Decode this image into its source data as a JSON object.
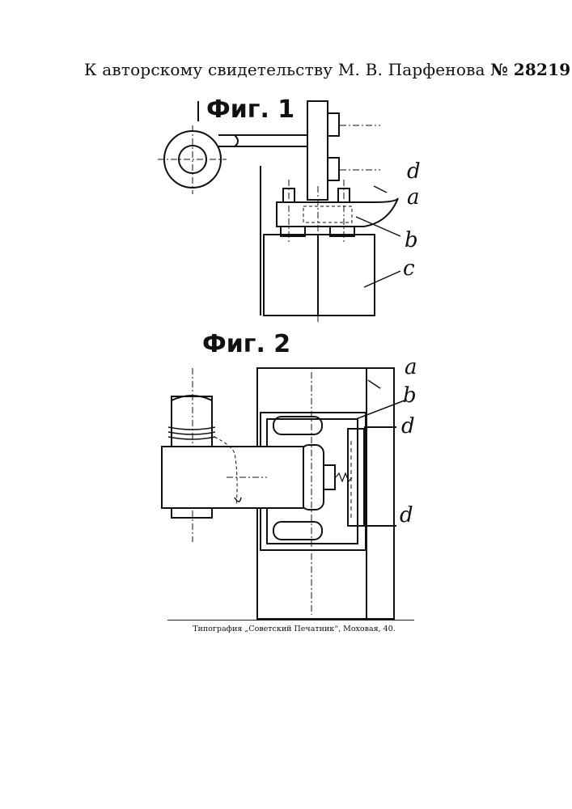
{
  "header": {
    "text": "К авторскому свидетельству М. В. Парфенова",
    "number_sign": "№",
    "patent_number": "28219"
  },
  "figures": [
    {
      "title": "Фиг. 1",
      "labels": [
        "d",
        "a",
        "b",
        "c"
      ]
    },
    {
      "title": "Фиг. 2",
      "labels": [
        "a",
        "b",
        "d",
        "d"
      ]
    }
  ],
  "footer": {
    "text": "Типография „Советский Печатник“, Моховая, 40."
  }
}
